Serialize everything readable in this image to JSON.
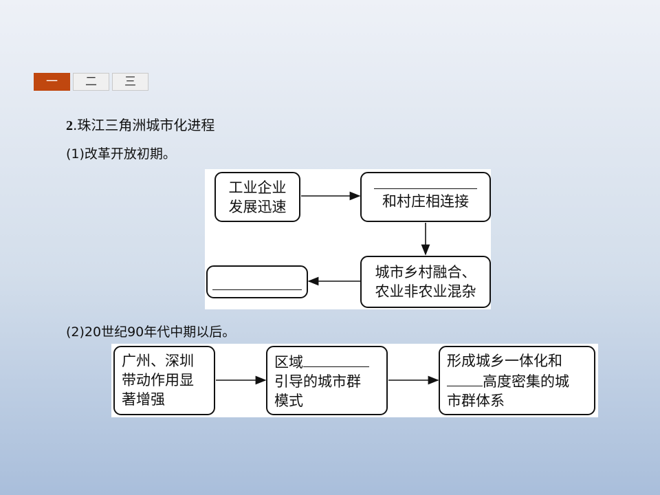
{
  "tabs": [
    "一",
    "二",
    "三"
  ],
  "section": {
    "number": "2",
    "title": ".珠江三角洲城市化进程"
  },
  "part1": {
    "label": "(1)改革开放初期。",
    "box_a": [
      "工业企业",
      "发展迅速"
    ],
    "box_b": "和村庄相连接",
    "box_c": [
      "城市乡村融合、",
      "农业非农业混杂"
    ]
  },
  "part2": {
    "label": "(2)20世纪90年代中期以后。",
    "box_a": [
      "广州、深圳",
      "带动作用显",
      "著增强"
    ],
    "box_b": {
      "line1_prefix": "区域",
      "line2": "引导的城市群",
      "line3": "模式"
    },
    "box_c": {
      "line1": "形成城乡一体化和",
      "line2_suffix": "高度密集的城",
      "line3": "市群体系"
    }
  }
}
